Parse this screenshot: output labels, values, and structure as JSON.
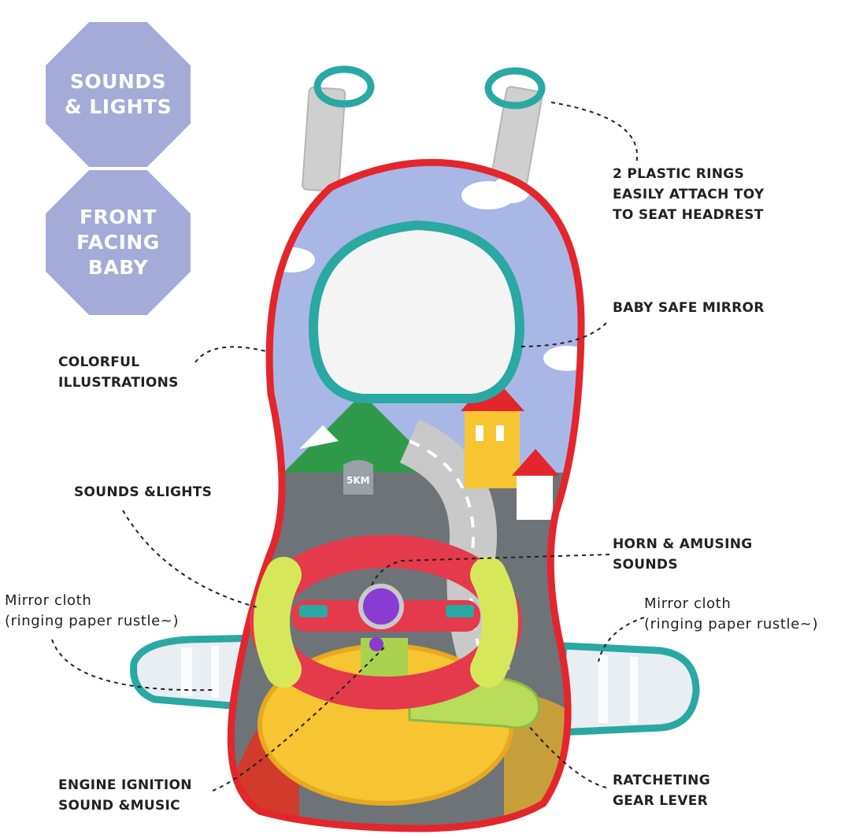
{
  "badges": {
    "sounds_lights": "SOUNDS\n& LIGHTS",
    "front_facing": "FRONT\nFACING\nBABY"
  },
  "product": {
    "milestone_text": "5KM"
  },
  "callouts": {
    "plastic_rings": "2 PLASTIC RINGS\nEASILY ATTACH TOY\nTO SEAT HEADREST",
    "mirror": "BABY SAFE MIRROR",
    "illustrations": "COLORFUL\nILLUSTRATIONS",
    "sounds_lights": "SOUNDS &LIGHTS",
    "horn": "HORN & AMUSING\nSOUNDS",
    "mirror_cloth_left": "Mirror cloth\n(ringing paper rustle~)",
    "mirror_cloth_right": "Mirror cloth\n(ringing paper rustle~)",
    "engine": "ENGINE IGNITION\nSOUND &MUSIC",
    "gear_lever": "RATCHETING\nGEAR LEVER"
  },
  "colors": {
    "badge": "#a4abd8",
    "frame": "#e3262c",
    "teal": "#2aa8a3",
    "sky": "#a9b7e6",
    "wheel_red": "#e43a4c",
    "wheel_green": "#d6e85a",
    "button_purple": "#8a3bd2"
  }
}
